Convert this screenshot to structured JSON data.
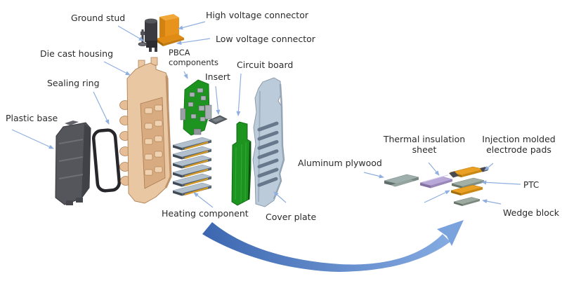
{
  "labels": {
    "ground_stud": "Ground stud",
    "high_voltage_connector": "High voltage connector",
    "low_voltage_connector": "Low voltage connector",
    "die_cast_housing": "Die cast housing",
    "pbca_line1": "PBCA",
    "pbca_line2": "components",
    "circuit_board": "Circuit board",
    "sealing_ring": "Sealing ring",
    "insert": "Insert",
    "plastic_base": "Plastic base",
    "heating_component": "Heating component",
    "cover_plate": "Cover plate",
    "aluminum_plywood": "Aluminum plywood",
    "thermal_line1": "Thermal insulation",
    "thermal_line2": "sheet",
    "injection_line1": "Injection molded",
    "injection_line2": "electrode pads",
    "ptc": "PTC",
    "wedge_block": "Wedge block"
  },
  "colors": {
    "background": "#ffffff",
    "text": "#2b2b2b",
    "pointer_arrow": "#8fafe0",
    "flow_arrow_start": "#3c67b0",
    "flow_arrow_end": "#85abe2",
    "housing_tan": "#eac7a3",
    "housing_panel": "#d9ab81",
    "pcb_green": "#1d9320",
    "cover_plate_blue": "#bccbd9",
    "connector_orange": "#e8931c",
    "plastic_gray": "#55555c",
    "seal_black": "#26262b",
    "heating_slat": "#b2c0ce",
    "heating_stripe_gold": "#d59a25",
    "aluminum_gray": "#9fb0ac",
    "insulation_purple": "#b7a8d8",
    "electrode_orange": "#e9a023",
    "ptc_gray": "#a3b0a6",
    "wedge_gray": "#9daaa0"
  }
}
